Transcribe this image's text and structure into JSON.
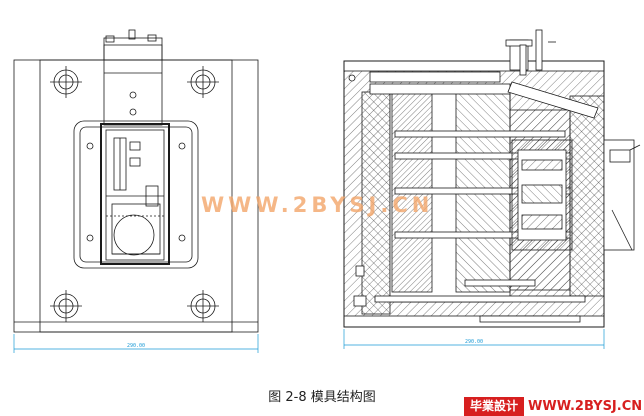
{
  "figure": {
    "caption": "图 2-8  模具结构图",
    "watermark": "WWW.2BYSJ.CN",
    "brand": {
      "cn": "毕業設计",
      "en": "WWW.2BYSJ.CN"
    },
    "dimension_left": "290.00",
    "dimension_right": "290.00"
  },
  "colors": {
    "line": "#1b1b1b",
    "hatch": "#2a2a2a",
    "dimension": "#1a9ad6",
    "watermark": "#f3a66a",
    "brand": "#d71f1f"
  }
}
